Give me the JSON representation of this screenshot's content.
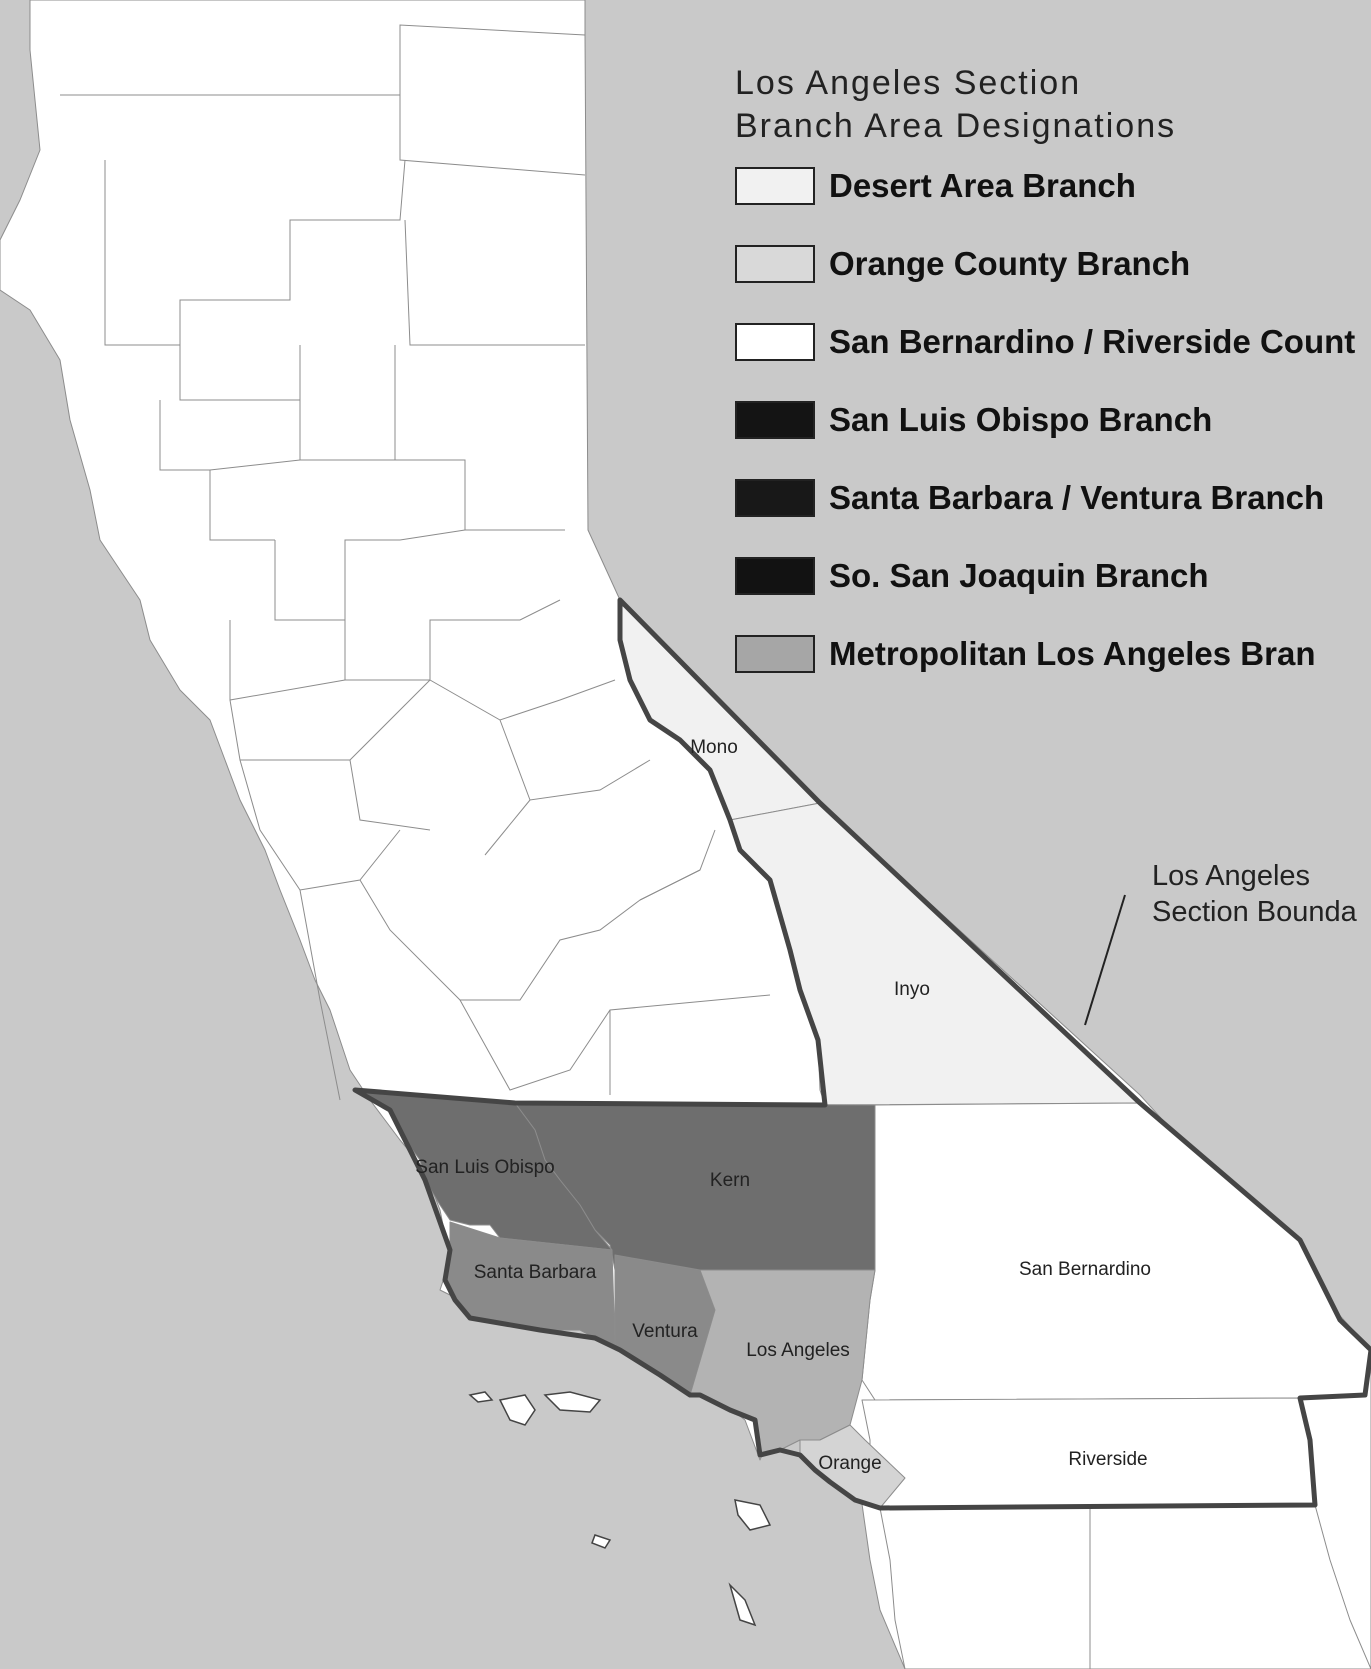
{
  "legend": {
    "title_line1": "Los Angeles Section",
    "title_line2": "Branch Area Designations",
    "items": [
      {
        "label": "Desert Area Branch",
        "color": "#f1f1f1"
      },
      {
        "label": "Orange County Branch",
        "color": "#d9d9d9"
      },
      {
        "label": "San Bernardino / Riverside Count",
        "color": "#ffffff"
      },
      {
        "label": "San Luis Obispo Branch",
        "color": "#141414"
      },
      {
        "label": "Santa Barbara / Ventura Branch",
        "color": "#181818"
      },
      {
        "label": "So. San Joaquin Branch",
        "color": "#121212"
      },
      {
        "label": "Metropolitan Los Angeles Bran",
        "color": "#a6a6a6"
      }
    ]
  },
  "callout": {
    "line1": "Los Angeles",
    "line2": "Section Bounda"
  },
  "counties": {
    "mono": "Mono",
    "inyo": "Inyo",
    "san_luis_obispo": "San Luis Obispo",
    "kern": "Kern",
    "santa_barbara": "Santa Barbara",
    "ventura": "Ventura",
    "los_angeles": "Los Angeles",
    "san_bernardino": "San Bernardino",
    "orange": "Orange",
    "riverside": "Riverside"
  },
  "colors": {
    "ocean": "#c9c9c9",
    "county_fill": "#ffffff",
    "desert_fill": "#f1f1f1",
    "slo_kern_fill": "#6e6e6e",
    "sb_ventura_fill": "#8a8a8a",
    "la_fill": "#b3b3b3",
    "orange_fill": "#d4d4d4",
    "boundary": "#454545"
  }
}
